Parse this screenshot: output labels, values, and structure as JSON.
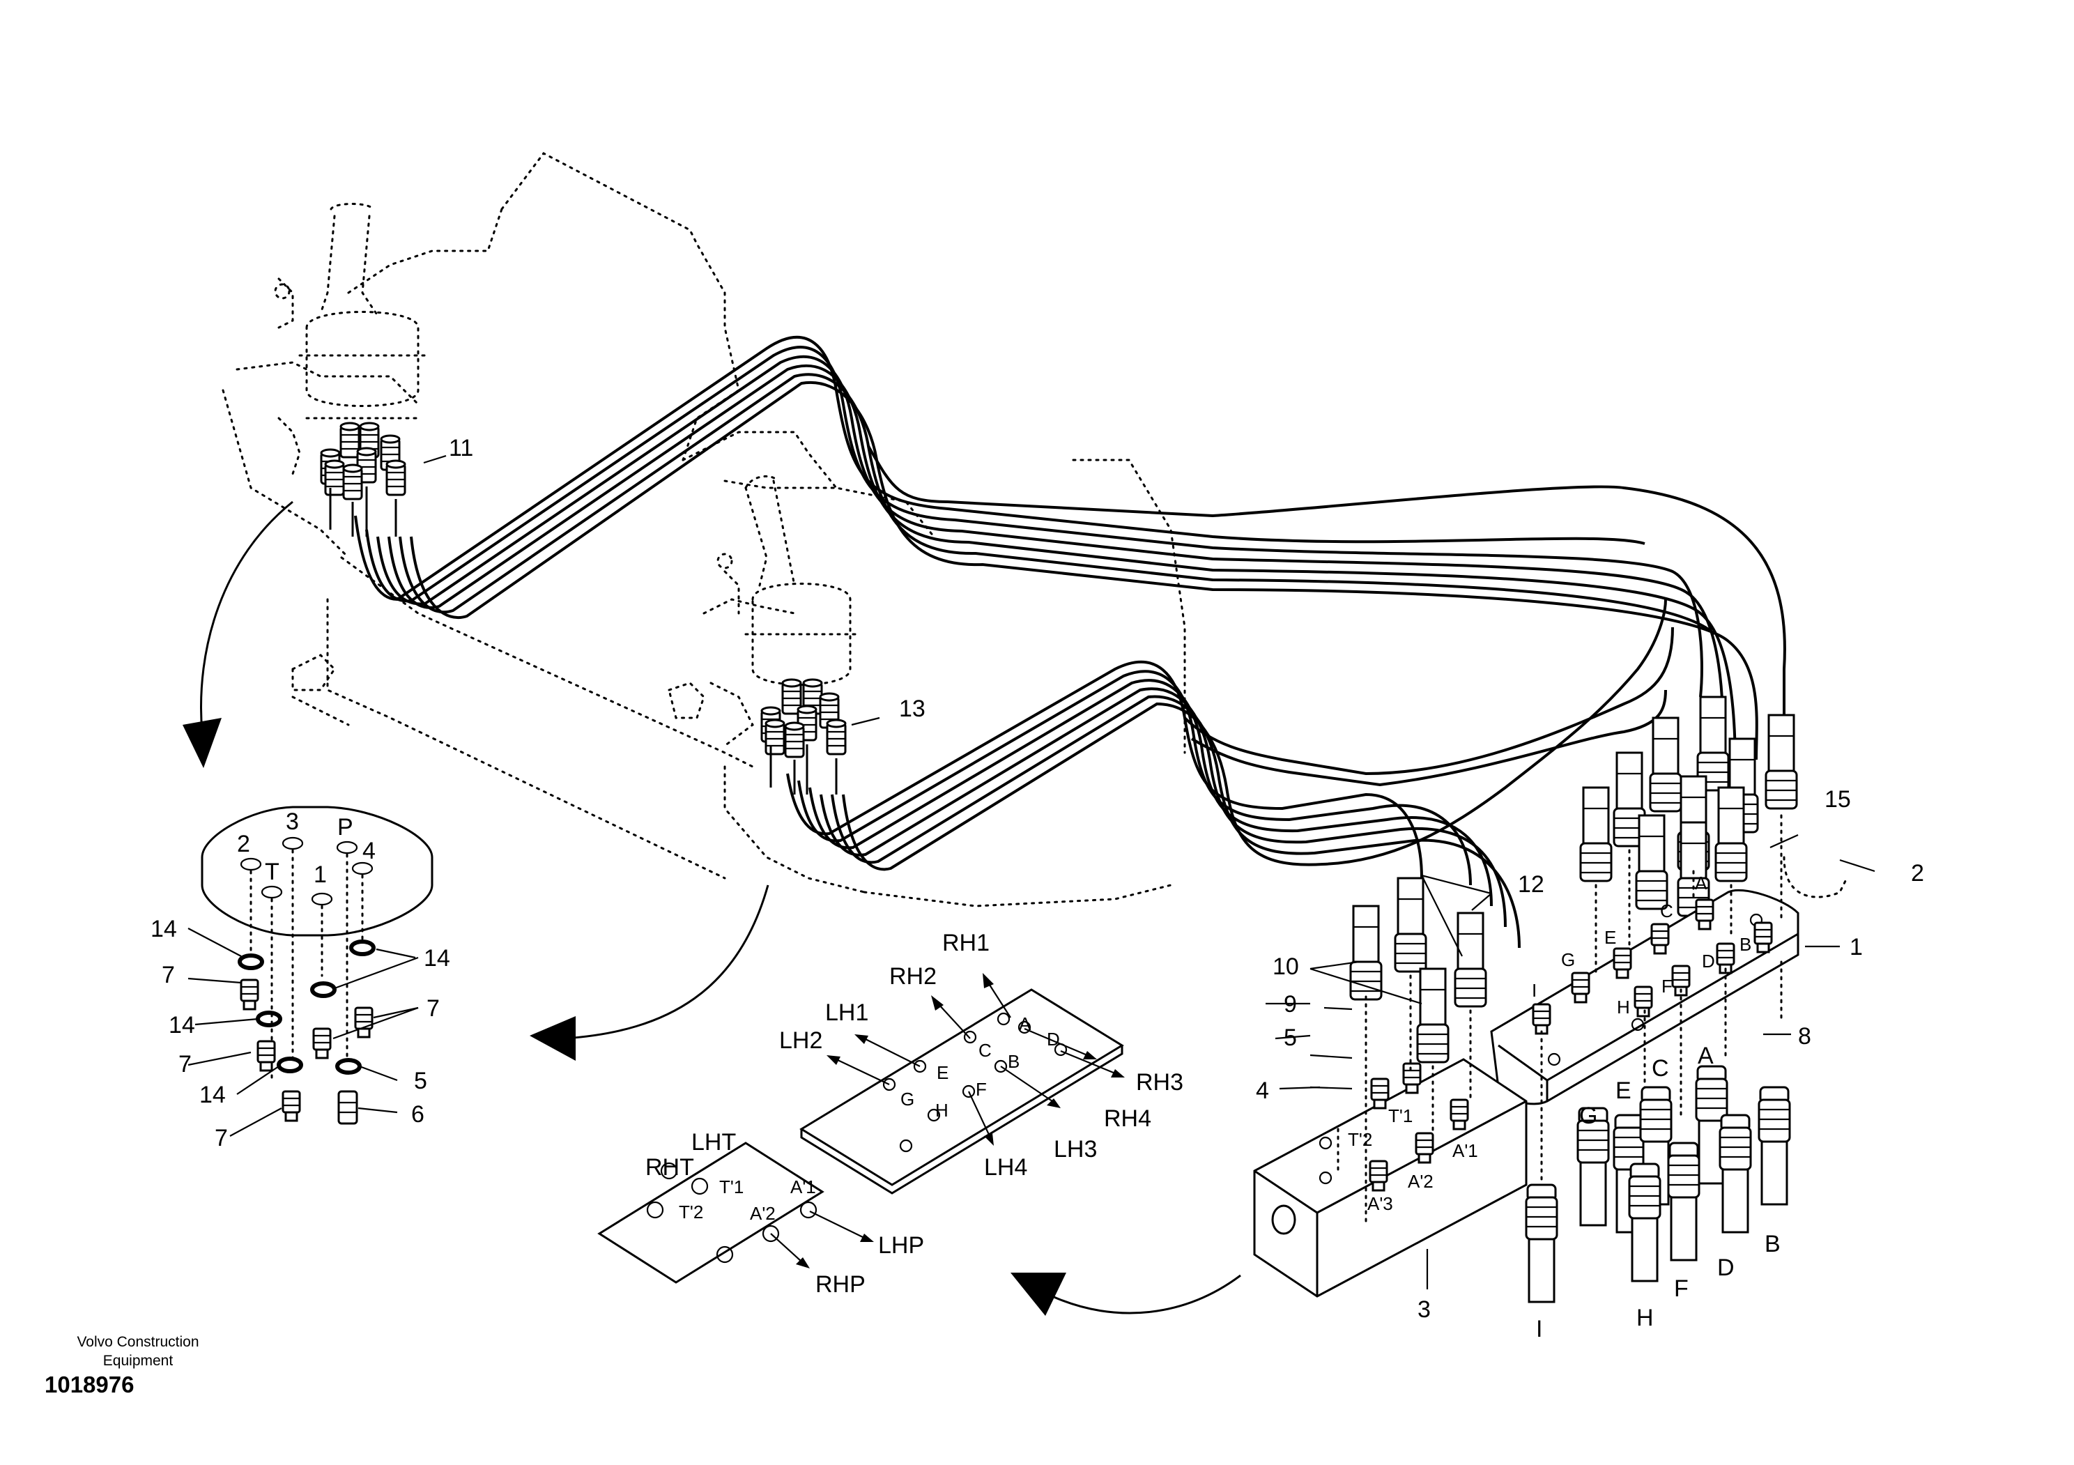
{
  "diagram": {
    "callouts": {
      "c1": "1",
      "c2": "2",
      "c3": "3",
      "c4": "4",
      "c5": "5",
      "c6": "6",
      "c7": "7",
      "c8": "8",
      "c9": "9",
      "c10": "10",
      "c11": "11",
      "c12": "12",
      "c13": "13",
      "c14": "14",
      "c15": "15"
    },
    "joystick_base_ports": {
      "p3": "3",
      "pP": "P",
      "p2": "2",
      "pT": "T",
      "p1": "1",
      "p4": "4"
    },
    "valve_block_ports": [
      "A",
      "B",
      "C",
      "D",
      "E",
      "F",
      "G",
      "H",
      "I"
    ],
    "hose_end_letters": [
      "A",
      "B",
      "C",
      "D",
      "E",
      "F",
      "G",
      "H",
      "I"
    ],
    "manifold_ports": {
      "T1": "T'1",
      "T2": "T'2",
      "A1": "A'1",
      "A2": "A'2",
      "A3": "A'3"
    },
    "upper_plate": {
      "letters": [
        "A",
        "B",
        "C",
        "D",
        "E",
        "F",
        "G",
        "H"
      ],
      "labels": [
        "RH1",
        "RH2",
        "RH3",
        "RH4",
        "LH1",
        "LH2",
        "LH3",
        "LH4"
      ]
    },
    "lower_plate": {
      "labels": [
        "LHT",
        "RHT",
        "T'1",
        "T'2",
        "A'1",
        "A'2",
        "LHP",
        "RHP"
      ]
    }
  },
  "footer": {
    "company": "Volvo Construction Equipment",
    "document_number": "1018976"
  },
  "icons": [
    "curved-arrow-icon",
    "curved-arrow-icon",
    "curved-arrow-icon"
  ]
}
